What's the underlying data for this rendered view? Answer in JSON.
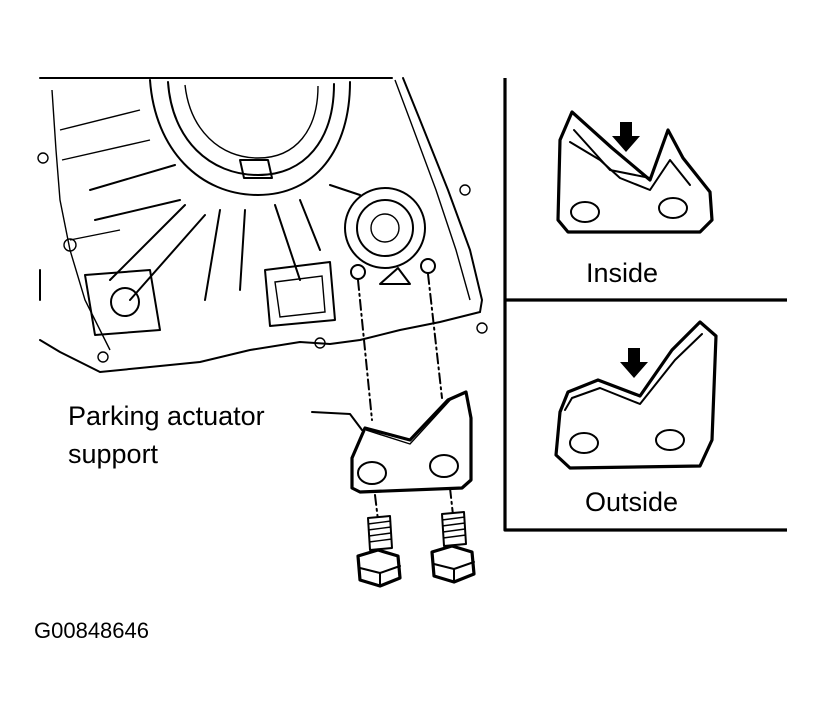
{
  "labels": {
    "part_line1": "Parking actuator",
    "part_line2": "support",
    "inside": "Inside",
    "outside": "Outside",
    "figure_id": "G00848646"
  },
  "icons": [
    "arrow-down-icon",
    "bolt-icon"
  ],
  "colors": {
    "line": "#000000",
    "background": "#ffffff"
  }
}
